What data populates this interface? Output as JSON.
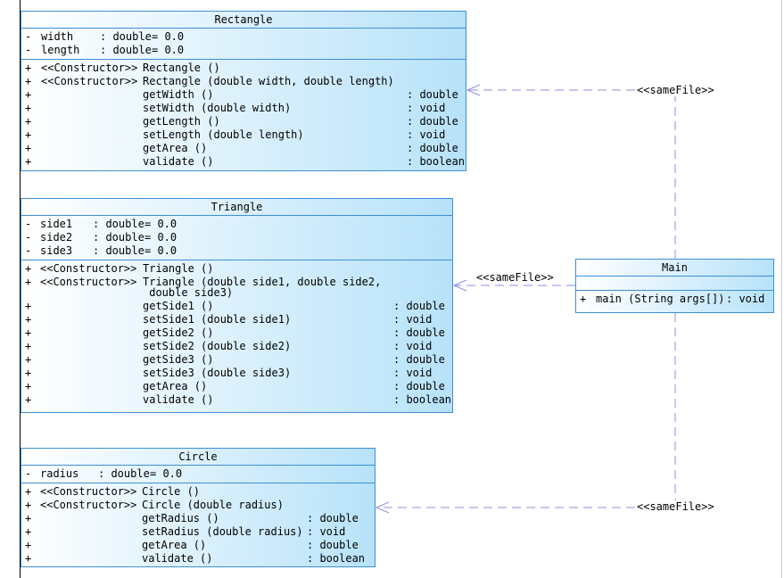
{
  "classes": {
    "rectangle": {
      "name": "Rectangle",
      "attributes": [
        {
          "vis": "-",
          "name": "width",
          "type": ": double",
          "init": "= 0.0"
        },
        {
          "vis": "-",
          "name": "length",
          "type": ": double",
          "init": "= 0.0"
        }
      ],
      "operations": [
        {
          "vis": "+",
          "stereo": "<<Constructor>>",
          "sig": "Rectangle ()",
          "ret": ""
        },
        {
          "vis": "+",
          "stereo": "<<Constructor>>",
          "sig": "Rectangle (double width, double length)",
          "ret": ""
        },
        {
          "vis": "+",
          "stereo": "",
          "sig": "getWidth ()",
          "ret": ": double"
        },
        {
          "vis": "+",
          "stereo": "",
          "sig": "setWidth (double width)",
          "ret": ": void"
        },
        {
          "vis": "+",
          "stereo": "",
          "sig": "getLength ()",
          "ret": ": double"
        },
        {
          "vis": "+",
          "stereo": "",
          "sig": "setLength (double length)",
          "ret": ": void"
        },
        {
          "vis": "+",
          "stereo": "",
          "sig": "getArea ()",
          "ret": ": double"
        },
        {
          "vis": "+",
          "stereo": "",
          "sig": "validate ()",
          "ret": ": boolean"
        }
      ]
    },
    "triangle": {
      "name": "Triangle",
      "attributes": [
        {
          "vis": "-",
          "name": "side1",
          "type": ": double",
          "init": "= 0.0"
        },
        {
          "vis": "-",
          "name": "side2",
          "type": ": double",
          "init": "= 0.0"
        },
        {
          "vis": "-",
          "name": "side3",
          "type": ": double",
          "init": "= 0.0"
        }
      ],
      "operations": [
        {
          "vis": "+",
          "stereo": "<<Constructor>>",
          "sig": "Triangle ()",
          "ret": ""
        },
        {
          "vis": "+",
          "stereo": "<<Constructor>>",
          "sig": "Triangle (double side1, double side2,\n double side3)",
          "ret": ""
        },
        {
          "vis": "+",
          "stereo": "",
          "sig": "getSide1 ()",
          "ret": ": double"
        },
        {
          "vis": "+",
          "stereo": "",
          "sig": "setSide1 (double side1)",
          "ret": ": void"
        },
        {
          "vis": "+",
          "stereo": "",
          "sig": "getSide2 ()",
          "ret": ": double"
        },
        {
          "vis": "+",
          "stereo": "",
          "sig": "setSide2 (double side2)",
          "ret": ": void"
        },
        {
          "vis": "+",
          "stereo": "",
          "sig": "getSide3 ()",
          "ret": ": double"
        },
        {
          "vis": "+",
          "stereo": "",
          "sig": "setSide3 (double side3)",
          "ret": ": void"
        },
        {
          "vis": "+",
          "stereo": "",
          "sig": "getArea ()",
          "ret": ": double"
        },
        {
          "vis": "+",
          "stereo": "",
          "sig": "validate ()",
          "ret": ": boolean"
        }
      ]
    },
    "circle": {
      "name": "Circle",
      "attributes": [
        {
          "vis": "-",
          "name": "radius",
          "type": ": double",
          "init": "= 0.0"
        }
      ],
      "operations": [
        {
          "vis": "+",
          "stereo": "<<Constructor>>",
          "sig": "Circle ()",
          "ret": ""
        },
        {
          "vis": "+",
          "stereo": "<<Constructor>>",
          "sig": "Circle (double radius)",
          "ret": ""
        },
        {
          "vis": "+",
          "stereo": "",
          "sig": "getRadius ()",
          "ret": ": double"
        },
        {
          "vis": "+",
          "stereo": "",
          "sig": "setRadius (double radius)",
          "ret": ": void"
        },
        {
          "vis": "+",
          "stereo": "",
          "sig": "getArea ()",
          "ret": ": double"
        },
        {
          "vis": "+",
          "stereo": "",
          "sig": "validate ()",
          "ret": ": boolean"
        }
      ]
    },
    "main": {
      "name": "Main",
      "attributes": [],
      "operations": [
        {
          "vis": "+",
          "stereo": "",
          "sig": "main (String args[])",
          "ret": ": void"
        }
      ]
    }
  },
  "dependencies": [
    {
      "from": "Main",
      "to": "Rectangle",
      "label": "<<sameFile>>"
    },
    {
      "from": "Main",
      "to": "Triangle",
      "label": "<<sameFile>>"
    },
    {
      "from": "Main",
      "to": "Circle",
      "label": "<<sameFile>>"
    }
  ],
  "colors": {
    "class_border": "#3d8fd6",
    "dependency_line": "#8f8fe6",
    "class_fill_end": "#b7e2fa"
  }
}
